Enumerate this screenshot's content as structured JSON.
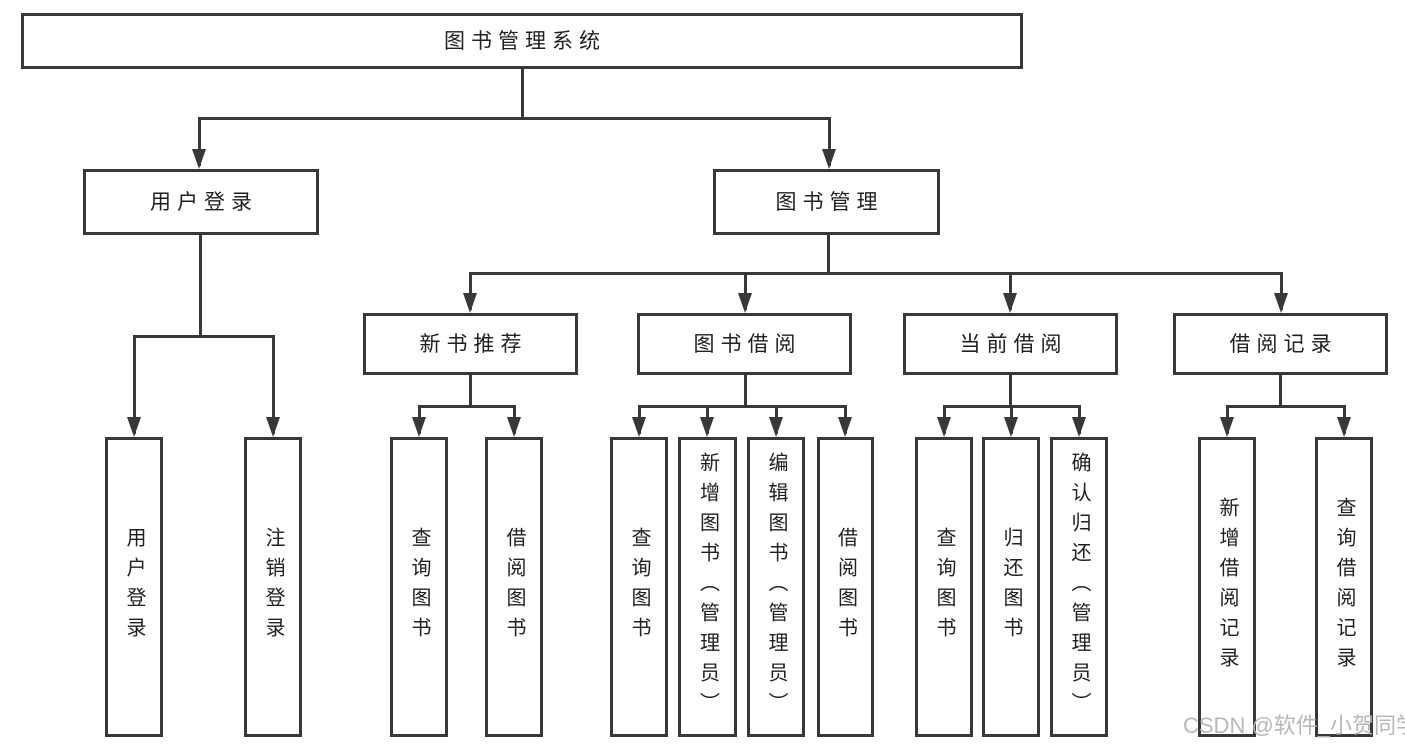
{
  "tree": {
    "label": "图书管理系统",
    "children": [
      {
        "label": "用户登录",
        "children": [
          {
            "label": "用户登录"
          },
          {
            "label": "注销登录"
          }
        ]
      },
      {
        "label": "图书管理",
        "children": [
          {
            "label": "新书推荐",
            "children": [
              {
                "label": "查询图书"
              },
              {
                "label": "借阅图书"
              }
            ]
          },
          {
            "label": "图书借阅",
            "children": [
              {
                "label": "查询图书"
              },
              {
                "label": "新增图书（管理员）"
              },
              {
                "label": "编辑图书（管理员）"
              },
              {
                "label": "借阅图书"
              }
            ]
          },
          {
            "label": "当前借阅",
            "children": [
              {
                "label": "查询图书"
              },
              {
                "label": "归还图书"
              },
              {
                "label": "确认归还（管理员）"
              }
            ]
          },
          {
            "label": "借阅记录",
            "children": [
              {
                "label": "新增借阅记录"
              },
              {
                "label": "查询借阅记录"
              }
            ]
          }
        ]
      }
    ]
  },
  "watermark": "CSDN @软件_小贺同学",
  "colors": {
    "line": "#383838",
    "text": "#212121",
    "watermark": "#b8b8b8",
    "background": "#ffffff"
  }
}
